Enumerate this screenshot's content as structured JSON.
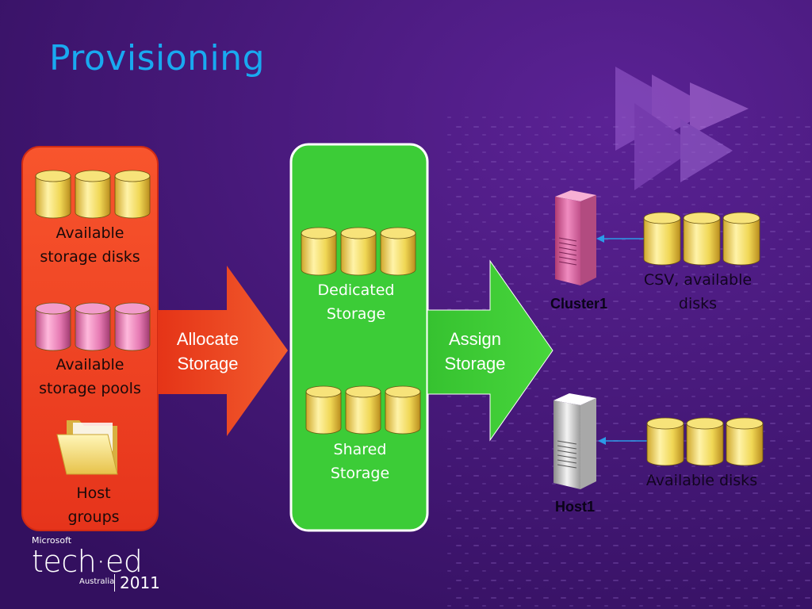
{
  "slide": {
    "title": "Provisioning"
  },
  "left_panel": {
    "disks_label": [
      "Available",
      "storage disks"
    ],
    "pools_label": [
      "Available",
      "storage pools"
    ],
    "host_groups_label": [
      "Host",
      "groups"
    ]
  },
  "allocate_arrow": {
    "label": [
      "Allocate",
      "Storage"
    ]
  },
  "middle_panel": {
    "dedicated_label": [
      "Dedicated",
      "Storage"
    ],
    "shared_label": [
      "Shared",
      "Storage"
    ]
  },
  "assign_arrow": {
    "label": [
      "Assign",
      "Storage"
    ]
  },
  "cluster": {
    "name": "Cluster1",
    "disks_label": [
      "CSV, available",
      "disks"
    ]
  },
  "host": {
    "name": "Host1",
    "disks_label": "Available disks"
  },
  "branding": {
    "company": "Microsoft",
    "event": "tech·ed",
    "region": "Australia",
    "year": "2011"
  },
  "colors": {
    "background": "#3e1470",
    "title": "#19a9f0",
    "left_panel": "#f23c1e",
    "middle_panel": "#3ccc37",
    "disk_yellow": "#f2dc55",
    "pool_pink": "#e472ad"
  }
}
